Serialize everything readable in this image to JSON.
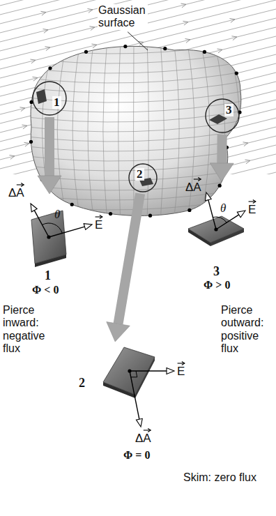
{
  "diagram": {
    "nodes": [
      {
        "text": [
          "1"
        ]
      },
      {
        "text": [
          "3"
        ]
      },
      {
        "text": [
          "2"
        ]
      },
      {
        "text": [
          "1",
          "Φ < 0"
        ]
      },
      {
        "text": [
          "3",
          "Φ > 0"
        ]
      },
      {
        "text": [
          "2",
          "Φ = 0"
        ]
      }
    ],
    "edges": [
      {
        "from": 0,
        "to": 3,
        "arrow": "to"
      },
      {
        "from": 1,
        "to": 4,
        "arrow": "to"
      },
      {
        "from": 2,
        "to": 5,
        "arrow": "to"
      }
    ],
    "labels": [
      "Gaussian surface",
      "ΔA",
      "θ",
      "E",
      "ΔA",
      "θ",
      "E",
      "E",
      "ΔA",
      "Pierce inward: negative flux",
      "Pierce outward: positive flux",
      "Skim: zero flux"
    ]
  }
}
